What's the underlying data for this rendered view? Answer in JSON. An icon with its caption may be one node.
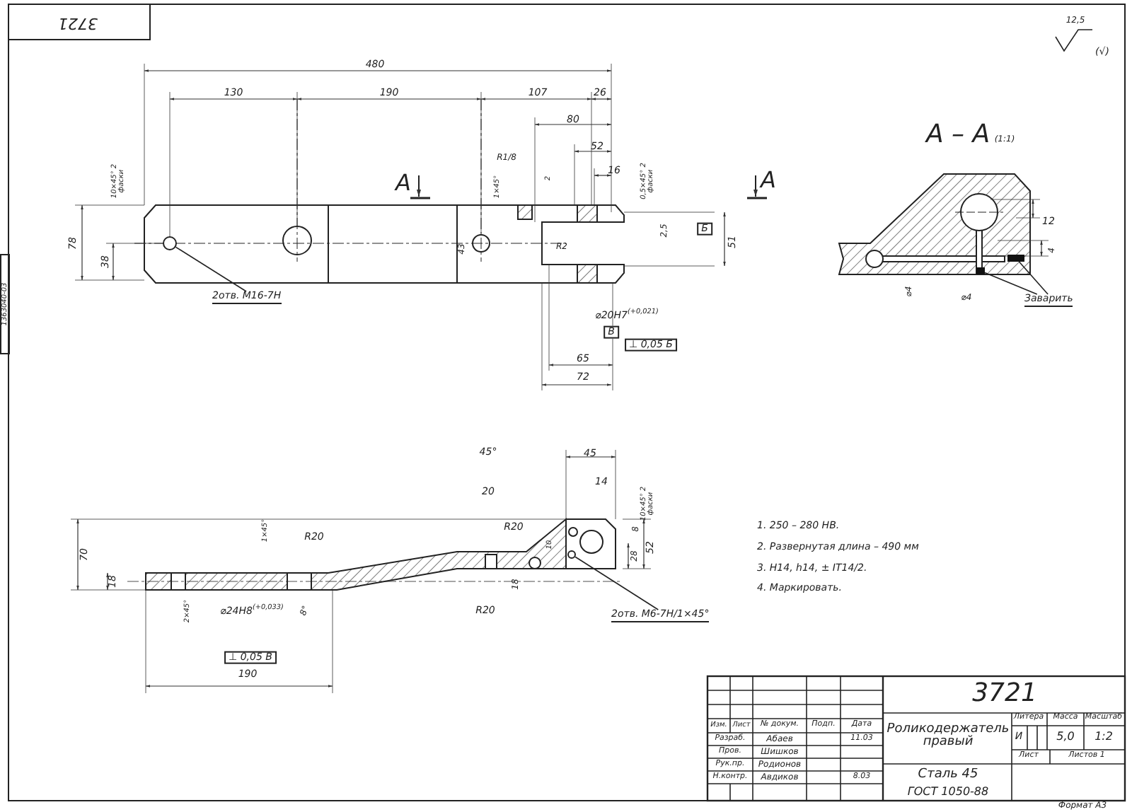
{
  "diagram": {
    "nodes": [
      {
        "text": [
          "2отв. М16-7Н"
        ]
      },
      {
        "text": [],
        "shape": "circle"
      },
      {
        "text": [
          "Заварить"
        ]
      },
      {
        "text": [],
        "shape": "box"
      },
      {
        "text": [],
        "shape": "box"
      },
      {
        "text": [
          "2отв. М6-7Н/1×45°"
        ]
      },
      {
        "text": [],
        "shape": "circle"
      }
    ],
    "edges": [
      {
        "from": 0,
        "to": 1,
        "arrow": "none"
      },
      {
        "from": 2,
        "to": 3,
        "arrow": "none"
      },
      {
        "from": 2,
        "to": 4,
        "arrow": "none"
      },
      {
        "from": 5,
        "to": 6,
        "arrow": "none"
      }
    ],
    "labels": [
      "3721",
      "1363040-03",
      "480",
      "130",
      "190",
      "107",
      "26",
      "80",
      "52",
      "16",
      "R1/8",
      "1×45°",
      "2",
      "10×45° 2 фаски",
      "0,5×45° 2 фаски",
      "А",
      "А",
      "78",
      "38",
      "43",
      "R2",
      "2,5",
      "Б",
      "51",
      "⌀20H7$^{(+0,021)}$",
      "В",
      "⊥ 0,05 Б",
      "65",
      "72",
      "12,5",
      "(√)",
      "А – А",
      "(1:1)",
      "12",
      "4",
      "⌀4",
      "⌀4",
      "45°",
      "45",
      "14",
      "10×45° 2 фаски",
      "20",
      "R20",
      "R20",
      "1×45°",
      "10",
      "8",
      "28",
      "52",
      "70",
      "18",
      "18",
      "2×45°",
      "⌀24H8$^{(+0,033)}$",
      "8°",
      "R20",
      "⊥ 0,05 В",
      "190",
      "1. 250 – 280 НВ.",
      "2. Развернутая длина – 490 мм",
      "3. Н14, h14, ± IT14/2.",
      "4. Маркировать.",
      "3721",
      "Изм.",
      "Лист",
      "№ докум.",
      "Подп.",
      "Дата",
      "Разраб.",
      "Абаев",
      "11.03",
      "Пров.",
      "Шишков",
      "Рук.пр.",
      "Родионов",
      "Н.контр.",
      "Авдиков",
      "8.03",
      "Роликодержатель правый",
      "Литера",
      "Масса",
      "Масштаб",
      "И",
      "5,0",
      "1:2",
      "Лист",
      "Листов 1",
      "Сталь 45",
      "ГОСТ 1050-88",
      "Формат А3"
    ]
  }
}
